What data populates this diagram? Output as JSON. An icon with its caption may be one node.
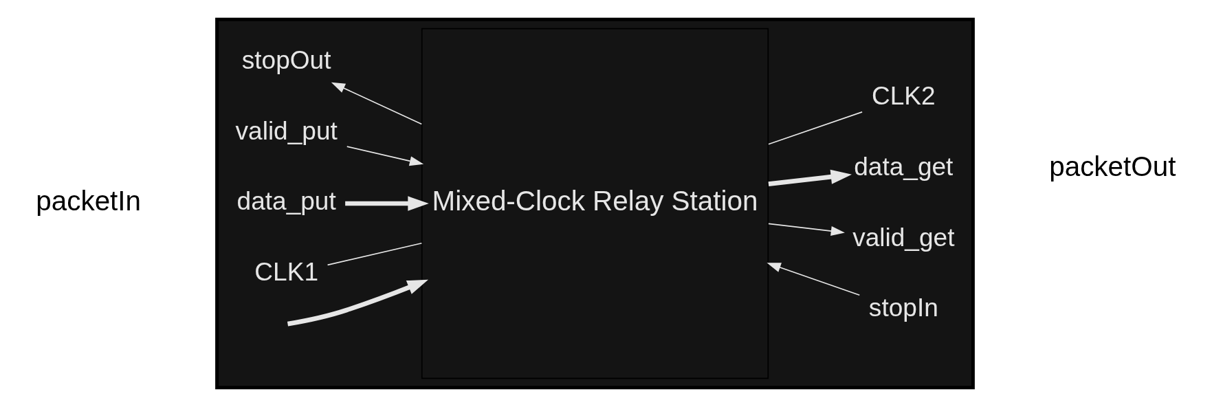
{
  "diagram": {
    "nodes": [
      {
        "text": [],
        "shape": "box"
      },
      {
        "text": [
          "Mixed-Clock Relay Station"
        ],
        "in": 0
      },
      {
        "text": [
          "stopOut"
        ],
        "in": 0
      },
      {
        "text": [
          "valid_put"
        ],
        "in": 0
      },
      {
        "text": [
          "data_put"
        ],
        "in": 0
      },
      {
        "text": [
          "CLK1"
        ],
        "in": 0
      },
      {
        "text": [
          "stopIn"
        ],
        "in": 0
      },
      {
        "text": [
          "valid_get"
        ],
        "in": 0
      },
      {
        "text": [
          "data_get"
        ],
        "in": 0
      },
      {
        "text": [
          "CLK2"
        ],
        "in": 0
      }
    ],
    "edges": [
      {
        "from": 1,
        "to": 2,
        "arrow": "to"
      },
      {
        "from": 3,
        "to": 1,
        "arrow": "to"
      },
      {
        "from": 4,
        "to": 1,
        "arrow": "to",
        "style": "thick"
      },
      {
        "from": 5,
        "to": 1,
        "arrow": "none"
      },
      {
        "from": 6,
        "to": 1,
        "arrow": "to"
      },
      {
        "from": 1,
        "to": 7,
        "arrow": "to"
      },
      {
        "from": 1,
        "to": 8,
        "arrow": "to",
        "style": "thick"
      },
      {
        "from": 9,
        "to": 1,
        "arrow": "none"
      },
      {
        "from": null,
        "to": 1,
        "arrow": "to",
        "style": "thick"
      }
    ],
    "labels": [
      "packetIn",
      "packetOut"
    ]
  }
}
